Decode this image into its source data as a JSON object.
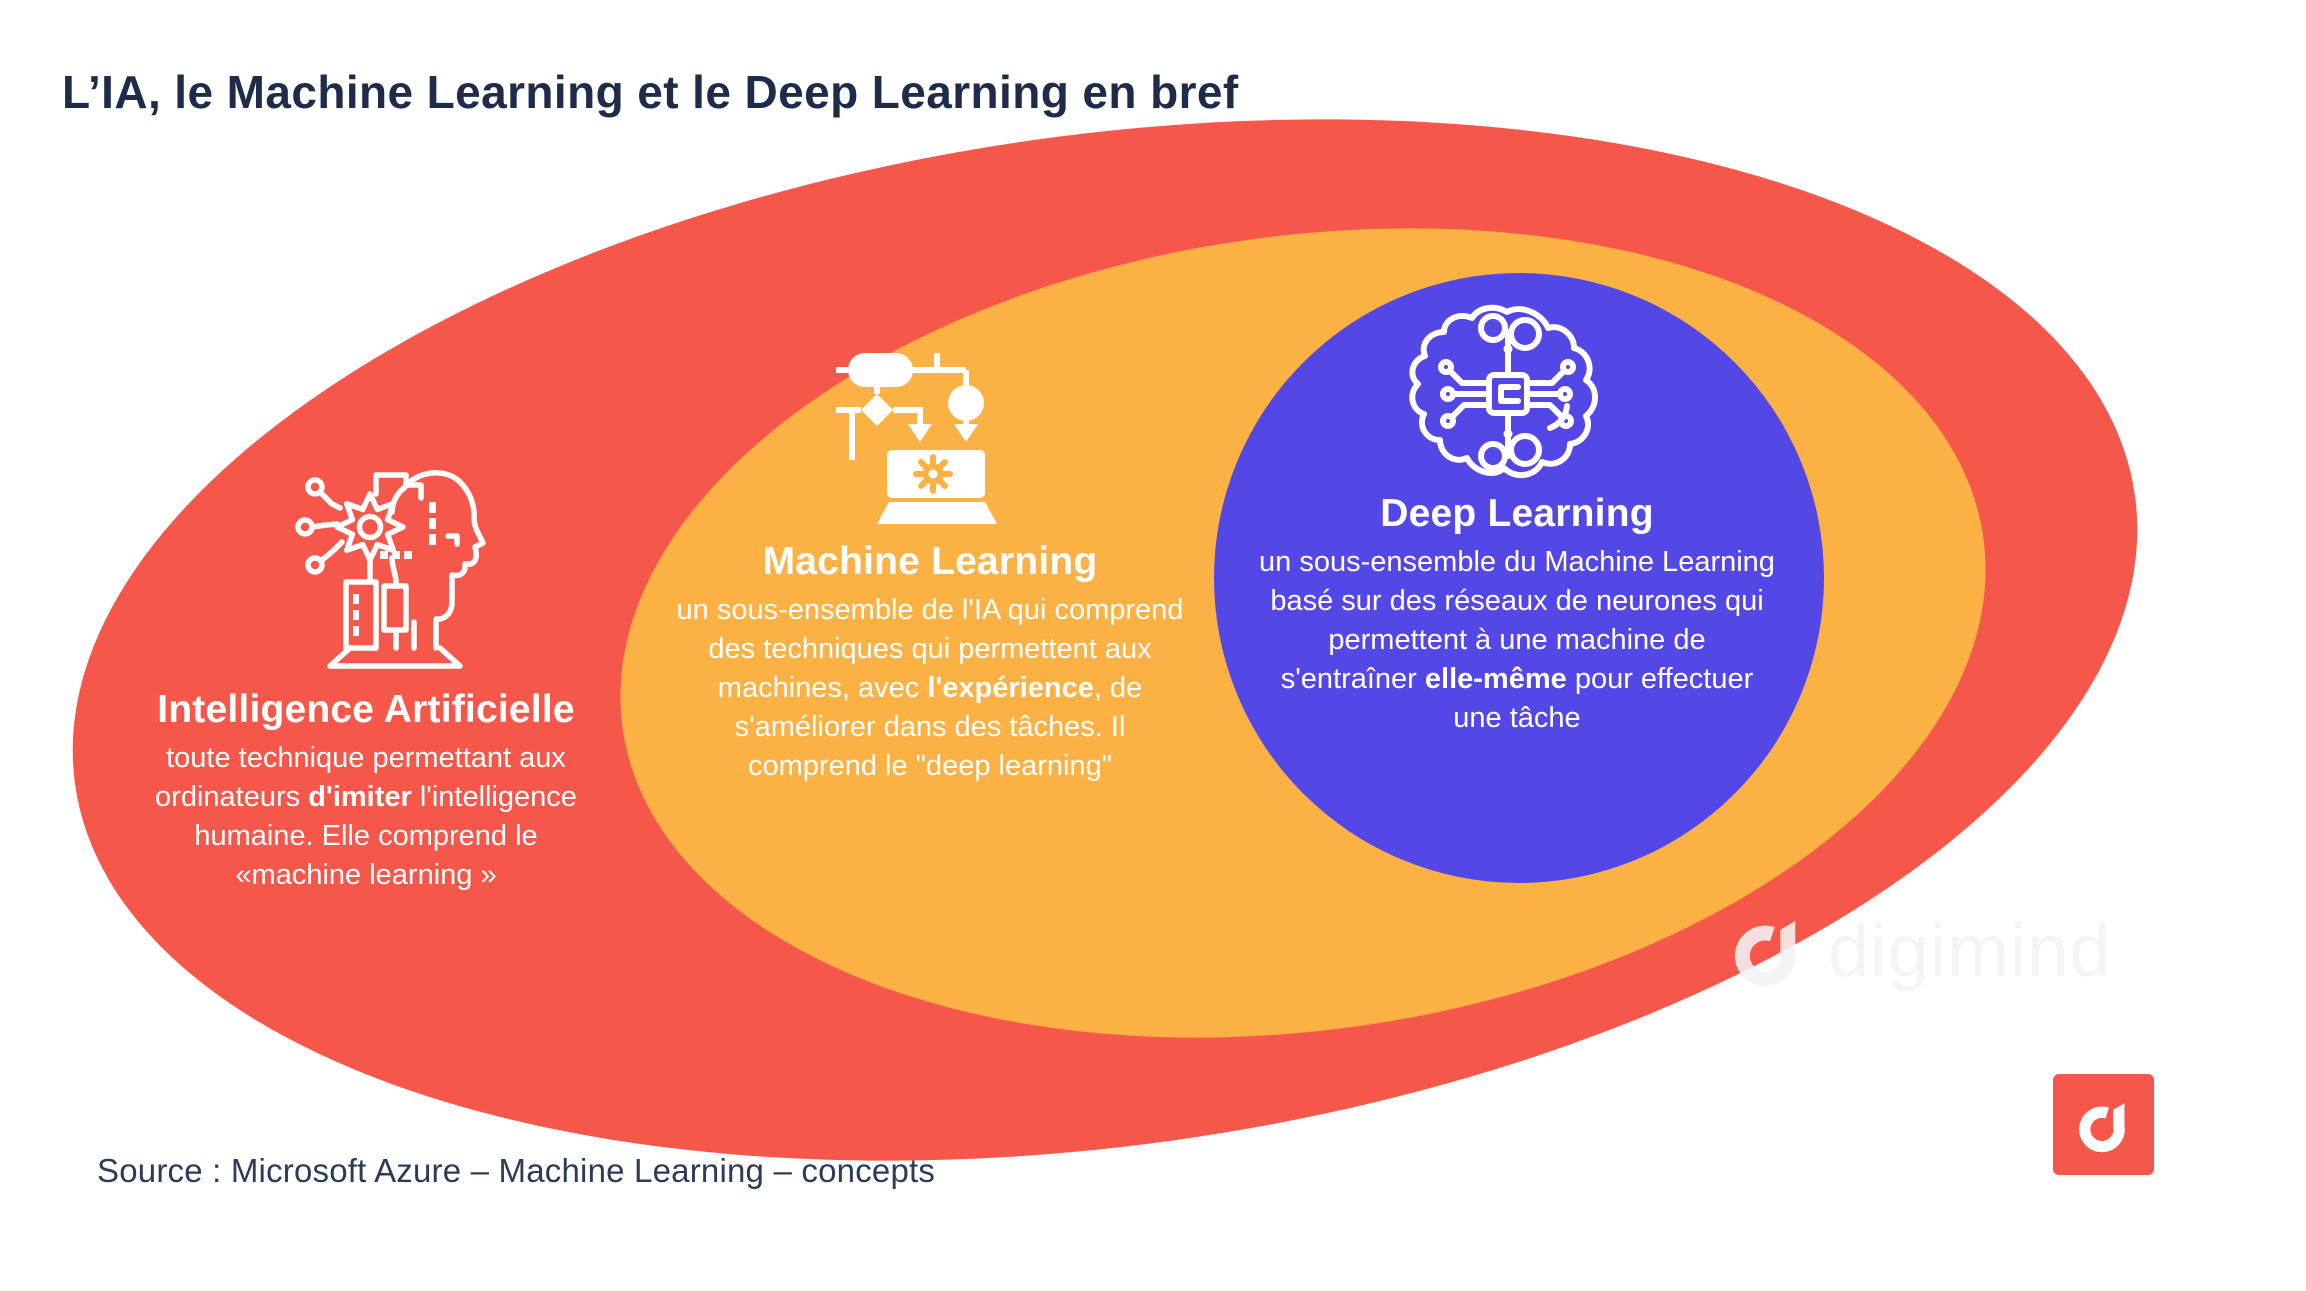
{
  "title": "L’IA, le Machine Learning et le Deep Learning en bref",
  "source": "Source : Microsoft Azure – Machine Learning – concepts",
  "colors": {
    "ai_ring_red": "#F6574B",
    "ml_ring_orange": "#FBB143",
    "dl_circle_blue": "#5347E6",
    "title_navy": "#1E2C4C",
    "text_white": "#FFFFFF"
  },
  "venn": {
    "ai": {
      "title": "Intelligence Artificielle",
      "icon": "ai-head-gear-icon",
      "desc": [
        {
          "t": "toute technique permettant aux\nordinateurs "
        },
        {
          "t": "d'imiter",
          "b": true
        },
        {
          "t": " l'intelligence\nhumaine. Elle comprend  le\n«machine learning »"
        }
      ]
    },
    "ml": {
      "title": "Machine Learning",
      "icon": "flowchart-laptop-icon",
      "desc": [
        {
          "t": "un sous-ensemble de l'IA qui comprend\ndes techniques qui permettent aux\nmachines, avec "
        },
        {
          "t": "l'expérience",
          "b": true
        },
        {
          "t": ", de\ns'améliorer dans des tâches. Il\ncomprend le  \"deep learning\""
        }
      ]
    },
    "dl": {
      "title": "Deep Learning",
      "icon": "brain-circuit-icon",
      "desc": [
        {
          "t": "un sous-ensemble du Machine Learning\nbasé sur des réseaux de neurones qui\npermettent à une machine de\ns'entraîner "
        },
        {
          "t": "elle-même",
          "b": true
        },
        {
          "t": " pour effectuer\nune tâche"
        }
      ]
    }
  },
  "watermark": {
    "text": "digimind"
  }
}
